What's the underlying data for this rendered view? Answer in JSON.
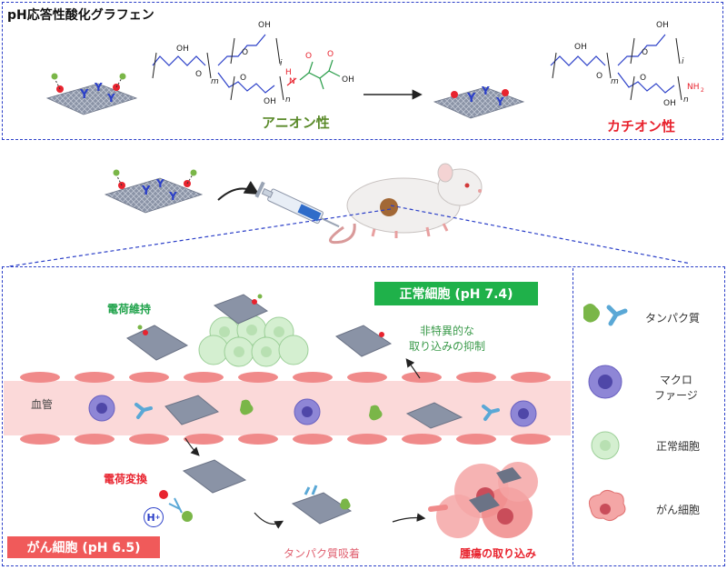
{
  "top_panel": {
    "title": "pH応答性酸化グラフェン",
    "anionic_label": "アニオン性",
    "cationic_label": "カチオン性",
    "chem": {
      "oh": "OH",
      "o": "O",
      "m": "m",
      "n": "n",
      "i": "i",
      "h": "H",
      "n_atom": "N",
      "nh2": "NH",
      "nh2_sub": "2"
    }
  },
  "middle": {},
  "bottom_panel": {
    "normal_cell_badge": "正常細胞 (pH 7.4)",
    "cancer_cell_badge": "がん細胞 (pH 6.5)",
    "charge_retention": "電荷維持",
    "nonspecific_line1": "非特異的な",
    "nonspecific_line2": "取り込みの抑制",
    "vessel_label": "血管",
    "charge_conversion": "電荷変換",
    "proton": "H",
    "proton_sup": "+",
    "protein_adsorption": "タンパク質吸着",
    "tumor_uptake": "腫瘍の取り込み"
  },
  "legend": {
    "protein": "タンパク質",
    "macrophage_line1": "マクロ",
    "macrophage_line2": "ファージ",
    "normal_cell": "正常細胞",
    "cancer_cell": "がん細胞"
  },
  "colors": {
    "frame": "#2b3fc8",
    "anionic": "#5a8a2a",
    "cationic": "#e8232e",
    "normal_badge": "#1fb14a",
    "cancer_badge": "#f05a5a",
    "vessel": "#fbd9d9",
    "endothelial": "#f08a8a"
  }
}
